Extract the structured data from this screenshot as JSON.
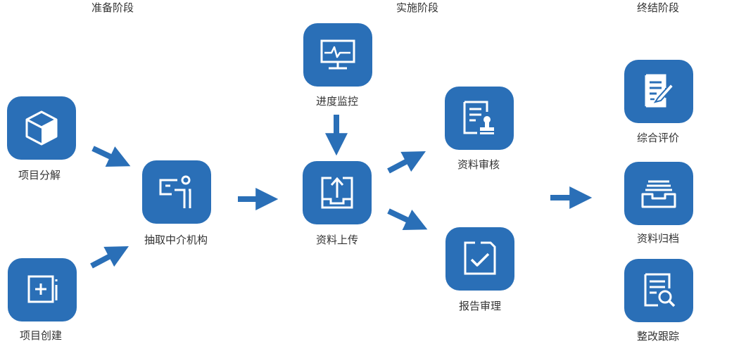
{
  "stages": [
    "准备阶段",
    "实施阶段",
    "终结阶段"
  ],
  "nodes": {
    "decompose": {
      "label": "项目分解",
      "icon": "cube-icon"
    },
    "create": {
      "label": "项目创建",
      "icon": "add-square-icon"
    },
    "select_agency": {
      "label": "抽取中介机构",
      "icon": "presenter-icon"
    },
    "monitor": {
      "label": "进度监控",
      "icon": "monitor-pulse-icon"
    },
    "upload": {
      "label": "资料上传",
      "icon": "upload-tray-icon"
    },
    "review": {
      "label": "资料审核",
      "icon": "document-stamp-icon"
    },
    "report": {
      "label": "报告审理",
      "icon": "document-check-icon"
    },
    "evaluate": {
      "label": "综合评价",
      "icon": "document-pen-icon"
    },
    "archive": {
      "label": "资料归档",
      "icon": "archive-inbox-icon"
    },
    "rectify": {
      "label": "整改跟踪",
      "icon": "document-search-icon"
    }
  },
  "colors": {
    "node": "#2a6fb7",
    "arrow": "#2a6fb7",
    "text": "#333333"
  }
}
